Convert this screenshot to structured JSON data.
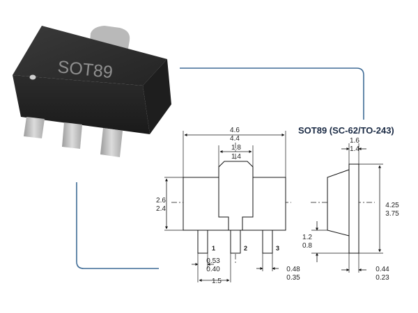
{
  "package_marking": "SOT89",
  "drawing_title": "SOT89 (SC-62/TO-243)",
  "pins": [
    "1",
    "2",
    "3"
  ],
  "dimensions": {
    "overall_width": [
      "4.6",
      "4.4"
    ],
    "tab_width": [
      "1.8",
      "1.4"
    ],
    "body_height": [
      "2.6",
      "2.4"
    ],
    "pin_width_outer": [
      "0.53",
      "0.40"
    ],
    "pin_pitch": "1.5",
    "pin_width_center": [
      "0.48",
      "0.35"
    ],
    "side_tab_thickness": [
      "1.6",
      "1.4"
    ],
    "overall_length": [
      "4.25",
      "3.75"
    ],
    "lead_length": [
      "1.2",
      "0.8"
    ],
    "lead_thickness": [
      "0.44",
      "0.23"
    ]
  },
  "colors": {
    "accent_line": "#3d6a95",
    "body_dark": "#2b2b2b",
    "lead_silver": "#c8c8c8",
    "drawing_line": "#111111"
  }
}
